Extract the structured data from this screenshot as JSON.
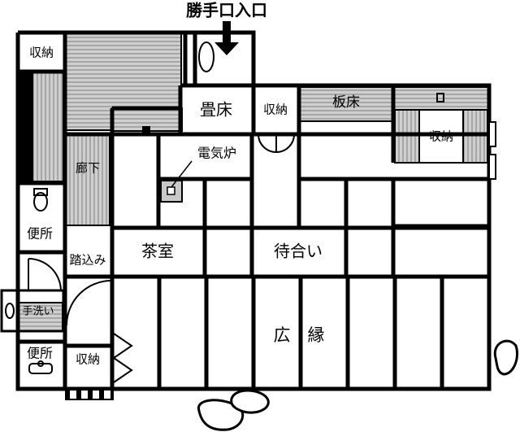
{
  "title": "勝手口入口",
  "rooms": {
    "storage_top_left": "収納",
    "tatami_floor": "畳床",
    "storage_mid": "収納",
    "wood_floor": "板床",
    "storage_right": "収納",
    "corridor": "廊下",
    "electric_hearth": "電気炉",
    "toilet_upper": "便所",
    "step_in": "踏込み",
    "tea_room": "茶室",
    "waiting_room": "待合い",
    "hand_wash": "手洗い",
    "wide_veranda": "広　縁",
    "toilet_lower": "便所",
    "storage_bottom": "収納"
  },
  "colors": {
    "wall": "#000000",
    "hatch_fill": "#c8c8c8",
    "hatch_line": "#8a8a8a",
    "background": "#ffffff"
  }
}
